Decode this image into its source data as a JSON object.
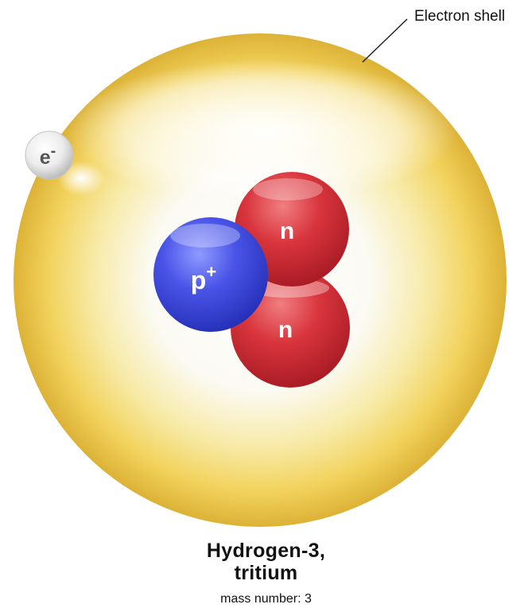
{
  "diagram": {
    "shell_label": "Electron shell",
    "electron": {
      "symbol": "e",
      "charge": "-"
    },
    "proton": {
      "symbol": "p",
      "charge": "+"
    },
    "neutrons": [
      {
        "symbol": "n"
      },
      {
        "symbol": "n"
      }
    ],
    "colors": {
      "shell": "#f2cf52",
      "shell_inner": "#ffffff",
      "proton": "#4a55e8",
      "neutron": "#d9353d",
      "electron": "#e6e6e6"
    }
  },
  "caption": {
    "title_line1": "Hydrogen-3,",
    "title_line2": "tritium",
    "subtitle": "mass number: 3"
  }
}
